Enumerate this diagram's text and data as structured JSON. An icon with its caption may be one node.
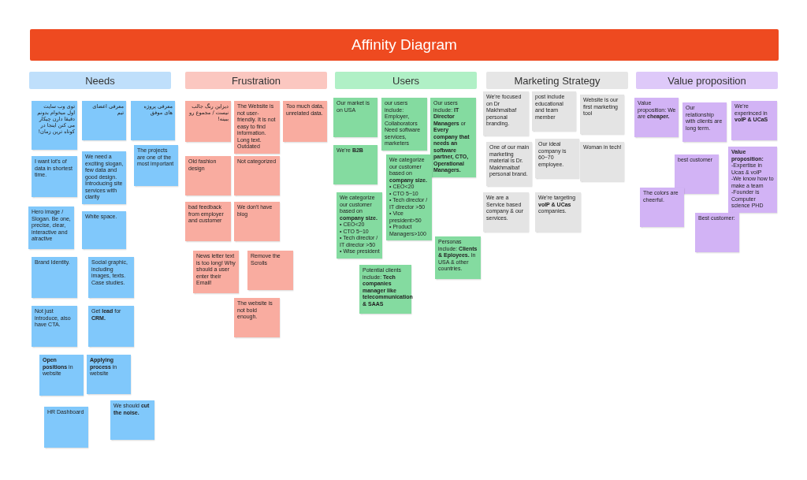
{
  "diagram": {
    "title": "Affinity Diagram",
    "nodes": [
      {
        "text": [
          "Needs"
        ]
      },
      {
        "text": [
          "Frustration"
        ]
      },
      {
        "text": [
          "Users"
        ]
      },
      {
        "text": [
          "Marketing Strategy"
        ]
      },
      {
        "text": [
          "Value proposition"
        ]
      },
      {
        "text": [
          "توی وب سایت اول میخوام بدونم دقیقا دارن چیکار می کنن اینجا در کوتاه ترین زمان!"
        ]
      },
      {
        "text": [
          "معرفی اعضای تیم"
        ]
      },
      {
        "text": [
          "معرفی پروژه های موفق"
        ]
      },
      {
        "text": [
          "The projects are one of the most important"
        ]
      },
      {
        "text": [
          "I want lot's of data in shortest time."
        ]
      },
      {
        "text": [
          "We need a exciting slogan, few data and good design. Introducing site services with clarity"
        ]
      },
      {
        "text": [
          "Hero image / Slogan. Be one, precise, clear, interactive and atractive"
        ]
      },
      {
        "text": [
          "White space."
        ]
      },
      {
        "text": [
          "Brand Identity."
        ]
      },
      {
        "text": [
          "Social graphic, including images, texts. Case studies."
        ]
      },
      {
        "text": [
          "Not just introduce, also have CTA."
        ]
      },
      {
        "text": [
          "Get **lead** for **CRM.**"
        ]
      },
      {
        "text": [
          "**Open positions** in website"
        ]
      },
      {
        "text": [
          "**Applying process** in website"
        ]
      },
      {
        "text": [
          "We should **cut the noise.**"
        ]
      },
      {
        "text": [
          "HR Dashboard"
        ]
      },
      {
        "text": [
          "دیزاین رنگ جالب نیست / مجموع رو ببینه!"
        ]
      },
      {
        "text": [
          "The Website is not user-friendly. It is not easy to find information. Long text. Outdated"
        ]
      },
      {
        "text": [
          "Too much data, unrelated data."
        ]
      },
      {
        "text": [
          "Old fashion design"
        ]
      },
      {
        "text": [
          "Not categorized"
        ]
      },
      {
        "text": [
          "bad feedback from employer and customer"
        ]
      },
      {
        "text": [
          "We don't have blog"
        ]
      },
      {
        "text": [
          "News letter text is too long! Why should a user enter their Email!"
        ]
      },
      {
        "text": [
          "Remove the Scrolls"
        ]
      },
      {
        "text": [
          "The website is not bold enough."
        ]
      },
      {
        "text": [
          "Our market is on USA"
        ]
      },
      {
        "text": [
          "our users include: Employer, Collaborators Need software services, marketers"
        ]
      },
      {
        "text": [
          "Our users include: **IT Director Managers** or **Every company that needs an software partner, CTO, Operational Managers.**"
        ]
      },
      {
        "text": [
          "We're **B2B**"
        ]
      },
      {
        "text": [
          "We categorize our customer based on **company size.**",
          "• CEO<20",
          "• CTO 5~10",
          "• Tech director / IT director >50",
          "• Vice president>50",
          "• Product Managers>100"
        ]
      },
      {
        "text": [
          "We categorize our customer based on **company size.**",
          "• CEO<20",
          "• CTO 5~10",
          "• Tech director / IT director >50",
          "• Wise president"
        ]
      },
      {
        "text": [
          "Personas include: **Clients & Eployees.** In USA & other countries."
        ]
      },
      {
        "text": [
          "Potential clients include: **Tech companies manager like telecommunication & SAAS**"
        ]
      },
      {
        "text": [
          "We're focused on Dr Makhmalbaf personal branding."
        ]
      },
      {
        "text": [
          "post include educational and team member"
        ]
      },
      {
        "text": [
          "Website is our first marketing tool"
        ]
      },
      {
        "text": [
          "One of our main marketing material is Dr. Makhmalbaf personal brand."
        ]
      },
      {
        "text": [
          "Our ideal company is 60~70 employee."
        ]
      },
      {
        "text": [
          "Woman in tech!"
        ]
      },
      {
        "text": [
          "We are a Service based company & our services."
        ]
      },
      {
        "text": [
          "We're targeting **voIP & UCas** companies."
        ]
      },
      {
        "text": [
          "Value proposition: We are **cheaper.**"
        ]
      },
      {
        "text": [
          "Our relationship with clients are long term."
        ]
      },
      {
        "text": [
          "We're experinced in **voIP & UCaS**"
        ]
      },
      {
        "text": [
          "best customer"
        ]
      },
      {
        "text": [
          "**Value proposition:**",
          "-Expertise in Ucas & voIP",
          "-We know how to make a team",
          "-Founder is Computer science PHD"
        ]
      },
      {
        "text": [
          "The colors are cheerful."
        ]
      },
      {
        "text": [
          "Best customer:"
        ]
      }
    ]
  }
}
